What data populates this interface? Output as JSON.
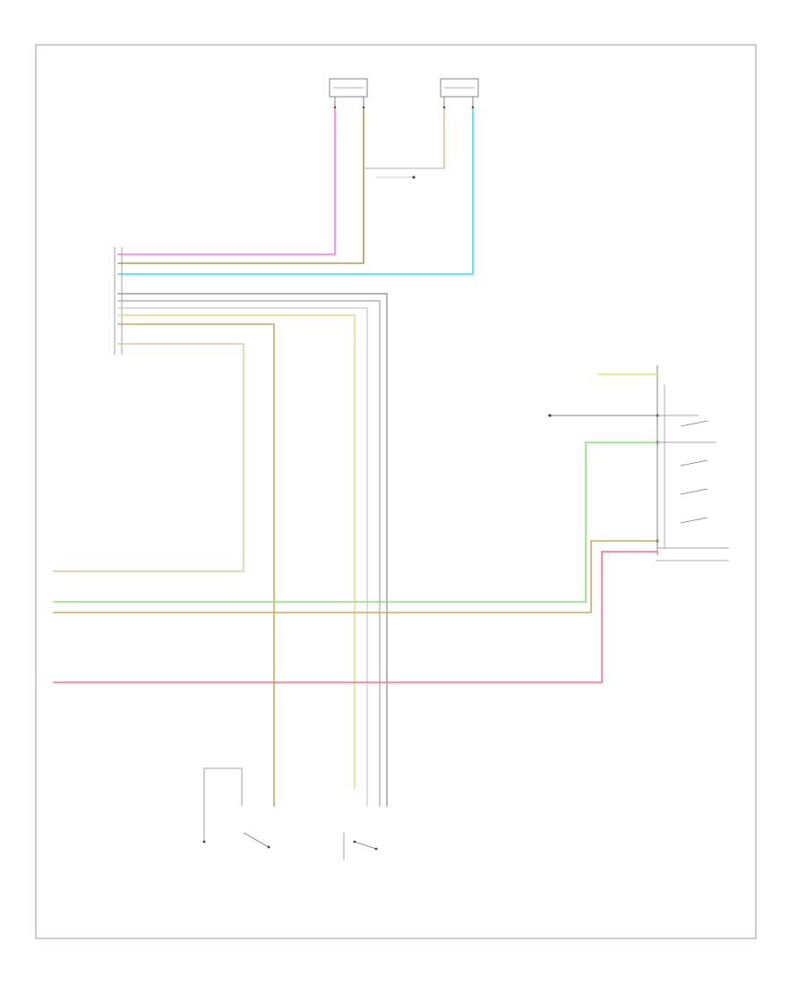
{
  "diagram": {
    "footer_code": "",
    "components": [
      {
        "id": "front_tank_sender",
        "name": ""
      },
      {
        "id": "rear_tank_sender",
        "name": ""
      },
      {
        "id": "engine_control_module",
        "name": ""
      },
      {
        "id": "instrument_cluster",
        "name": ""
      },
      {
        "id": "fuel_pump_relay",
        "name": ""
      },
      {
        "id": "fuel_pump_switch",
        "name": ""
      },
      {
        "id": "transfer_valve",
        "name": ""
      },
      {
        "id": "ground_splice",
        "name": ""
      }
    ],
    "wire_colors": {
      "pink": "#ff7ad9",
      "cyan": "#33e0ff",
      "tan": "#c8b27a",
      "brown": "#a8914e",
      "gray": "#9a9a9a",
      "light_gray": "#c2c2c2",
      "yellow": "#e8d36a",
      "green": "#8ee07a",
      "red_pink": "#ff6f8e",
      "beige": "#d9c9a0"
    }
  }
}
